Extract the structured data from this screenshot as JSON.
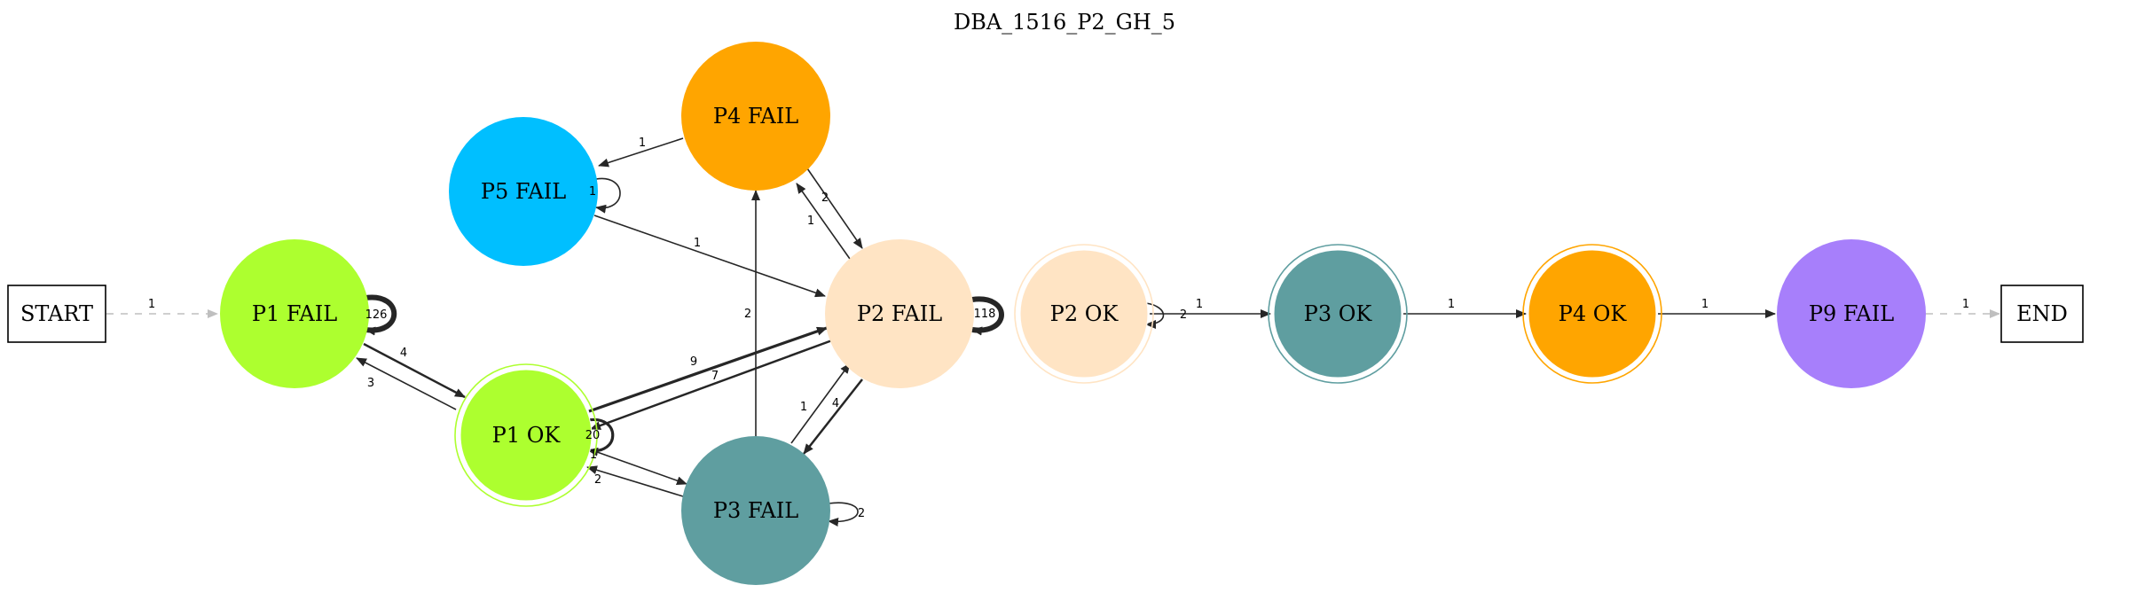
{
  "title": "DBA_1516_P2_GH_5",
  "colors": {
    "edge": "#262626",
    "edge_dashed": "#bfbfbf",
    "box_stroke": "#000000"
  },
  "nodes": {
    "start": {
      "label": "START",
      "shape": "box",
      "fill": "#ffffff"
    },
    "end": {
      "label": "END",
      "shape": "box",
      "fill": "#ffffff"
    },
    "p1fail": {
      "label": "P1 FAIL",
      "shape": "circle",
      "fill": "#adff2f",
      "ring": false
    },
    "p1ok": {
      "label": "P1 OK",
      "shape": "doublecircle",
      "fill": "#adff2f",
      "ring": true
    },
    "p5fail": {
      "label": "P5 FAIL",
      "shape": "circle",
      "fill": "#00bfff",
      "ring": false
    },
    "p4fail": {
      "label": "P4 FAIL",
      "shape": "circle",
      "fill": "#ffa500",
      "ring": false
    },
    "p2fail": {
      "label": "P2 FAIL",
      "shape": "circle",
      "fill": "#ffe4c4",
      "ring": false
    },
    "p3fail": {
      "label": "P3 FAIL",
      "shape": "circle",
      "fill": "#5f9ea0",
      "ring": false
    },
    "p2ok": {
      "label": "P2 OK",
      "shape": "doublecircle",
      "fill": "#ffe4c4",
      "ring": true
    },
    "p3ok": {
      "label": "P3 OK",
      "shape": "doublecircle",
      "fill": "#5f9ea0",
      "ring": true
    },
    "p4ok": {
      "label": "P4 OK",
      "shape": "doublecircle",
      "fill": "#ffa500",
      "ring": true
    },
    "p9fail": {
      "label": "P9 FAIL",
      "shape": "circle",
      "fill": "#a77ffb",
      "ring": false
    }
  },
  "edges": [
    {
      "from": "start",
      "to": "p1fail",
      "label": "1",
      "style": "dashed"
    },
    {
      "from": "p1fail",
      "to": "p1fail",
      "label": "126",
      "style": "loop"
    },
    {
      "from": "p1fail",
      "to": "p1ok",
      "label": "4"
    },
    {
      "from": "p1ok",
      "to": "p1fail",
      "label": "3"
    },
    {
      "from": "p1ok",
      "to": "p1ok",
      "label": "20",
      "style": "loop"
    },
    {
      "from": "p1ok",
      "to": "p2fail",
      "label": "9"
    },
    {
      "from": "p2fail",
      "to": "p1ok",
      "label": "7"
    },
    {
      "from": "p1ok",
      "to": "p3fail",
      "label": "1"
    },
    {
      "from": "p3fail",
      "to": "p1ok",
      "label": "2"
    },
    {
      "from": "p4fail",
      "to": "p5fail",
      "label": "1"
    },
    {
      "from": "p5fail",
      "to": "p5fail",
      "label": "1",
      "style": "loop"
    },
    {
      "from": "p5fail",
      "to": "p2fail",
      "label": "1"
    },
    {
      "from": "p4fail",
      "to": "p2fail",
      "label": "2"
    },
    {
      "from": "p2fail",
      "to": "p4fail",
      "label": "1"
    },
    {
      "from": "p3fail",
      "to": "p4fail",
      "label": "2"
    },
    {
      "from": "p2fail",
      "to": "p2fail",
      "label": "118",
      "style": "loop"
    },
    {
      "from": "p3fail",
      "to": "p2fail",
      "label": "1"
    },
    {
      "from": "p2fail",
      "to": "p3fail",
      "label": "4"
    },
    {
      "from": "p3fail",
      "to": "p3fail",
      "label": "2",
      "style": "loop"
    },
    {
      "from": "p2ok",
      "to": "p2ok",
      "label": "2",
      "style": "loop"
    },
    {
      "from": "p2ok",
      "to": "p3ok",
      "label": "1"
    },
    {
      "from": "p3ok",
      "to": "p4ok",
      "label": "1"
    },
    {
      "from": "p4ok",
      "to": "p9fail",
      "label": "1"
    },
    {
      "from": "p9fail",
      "to": "end",
      "label": "1",
      "style": "dashed"
    }
  ]
}
